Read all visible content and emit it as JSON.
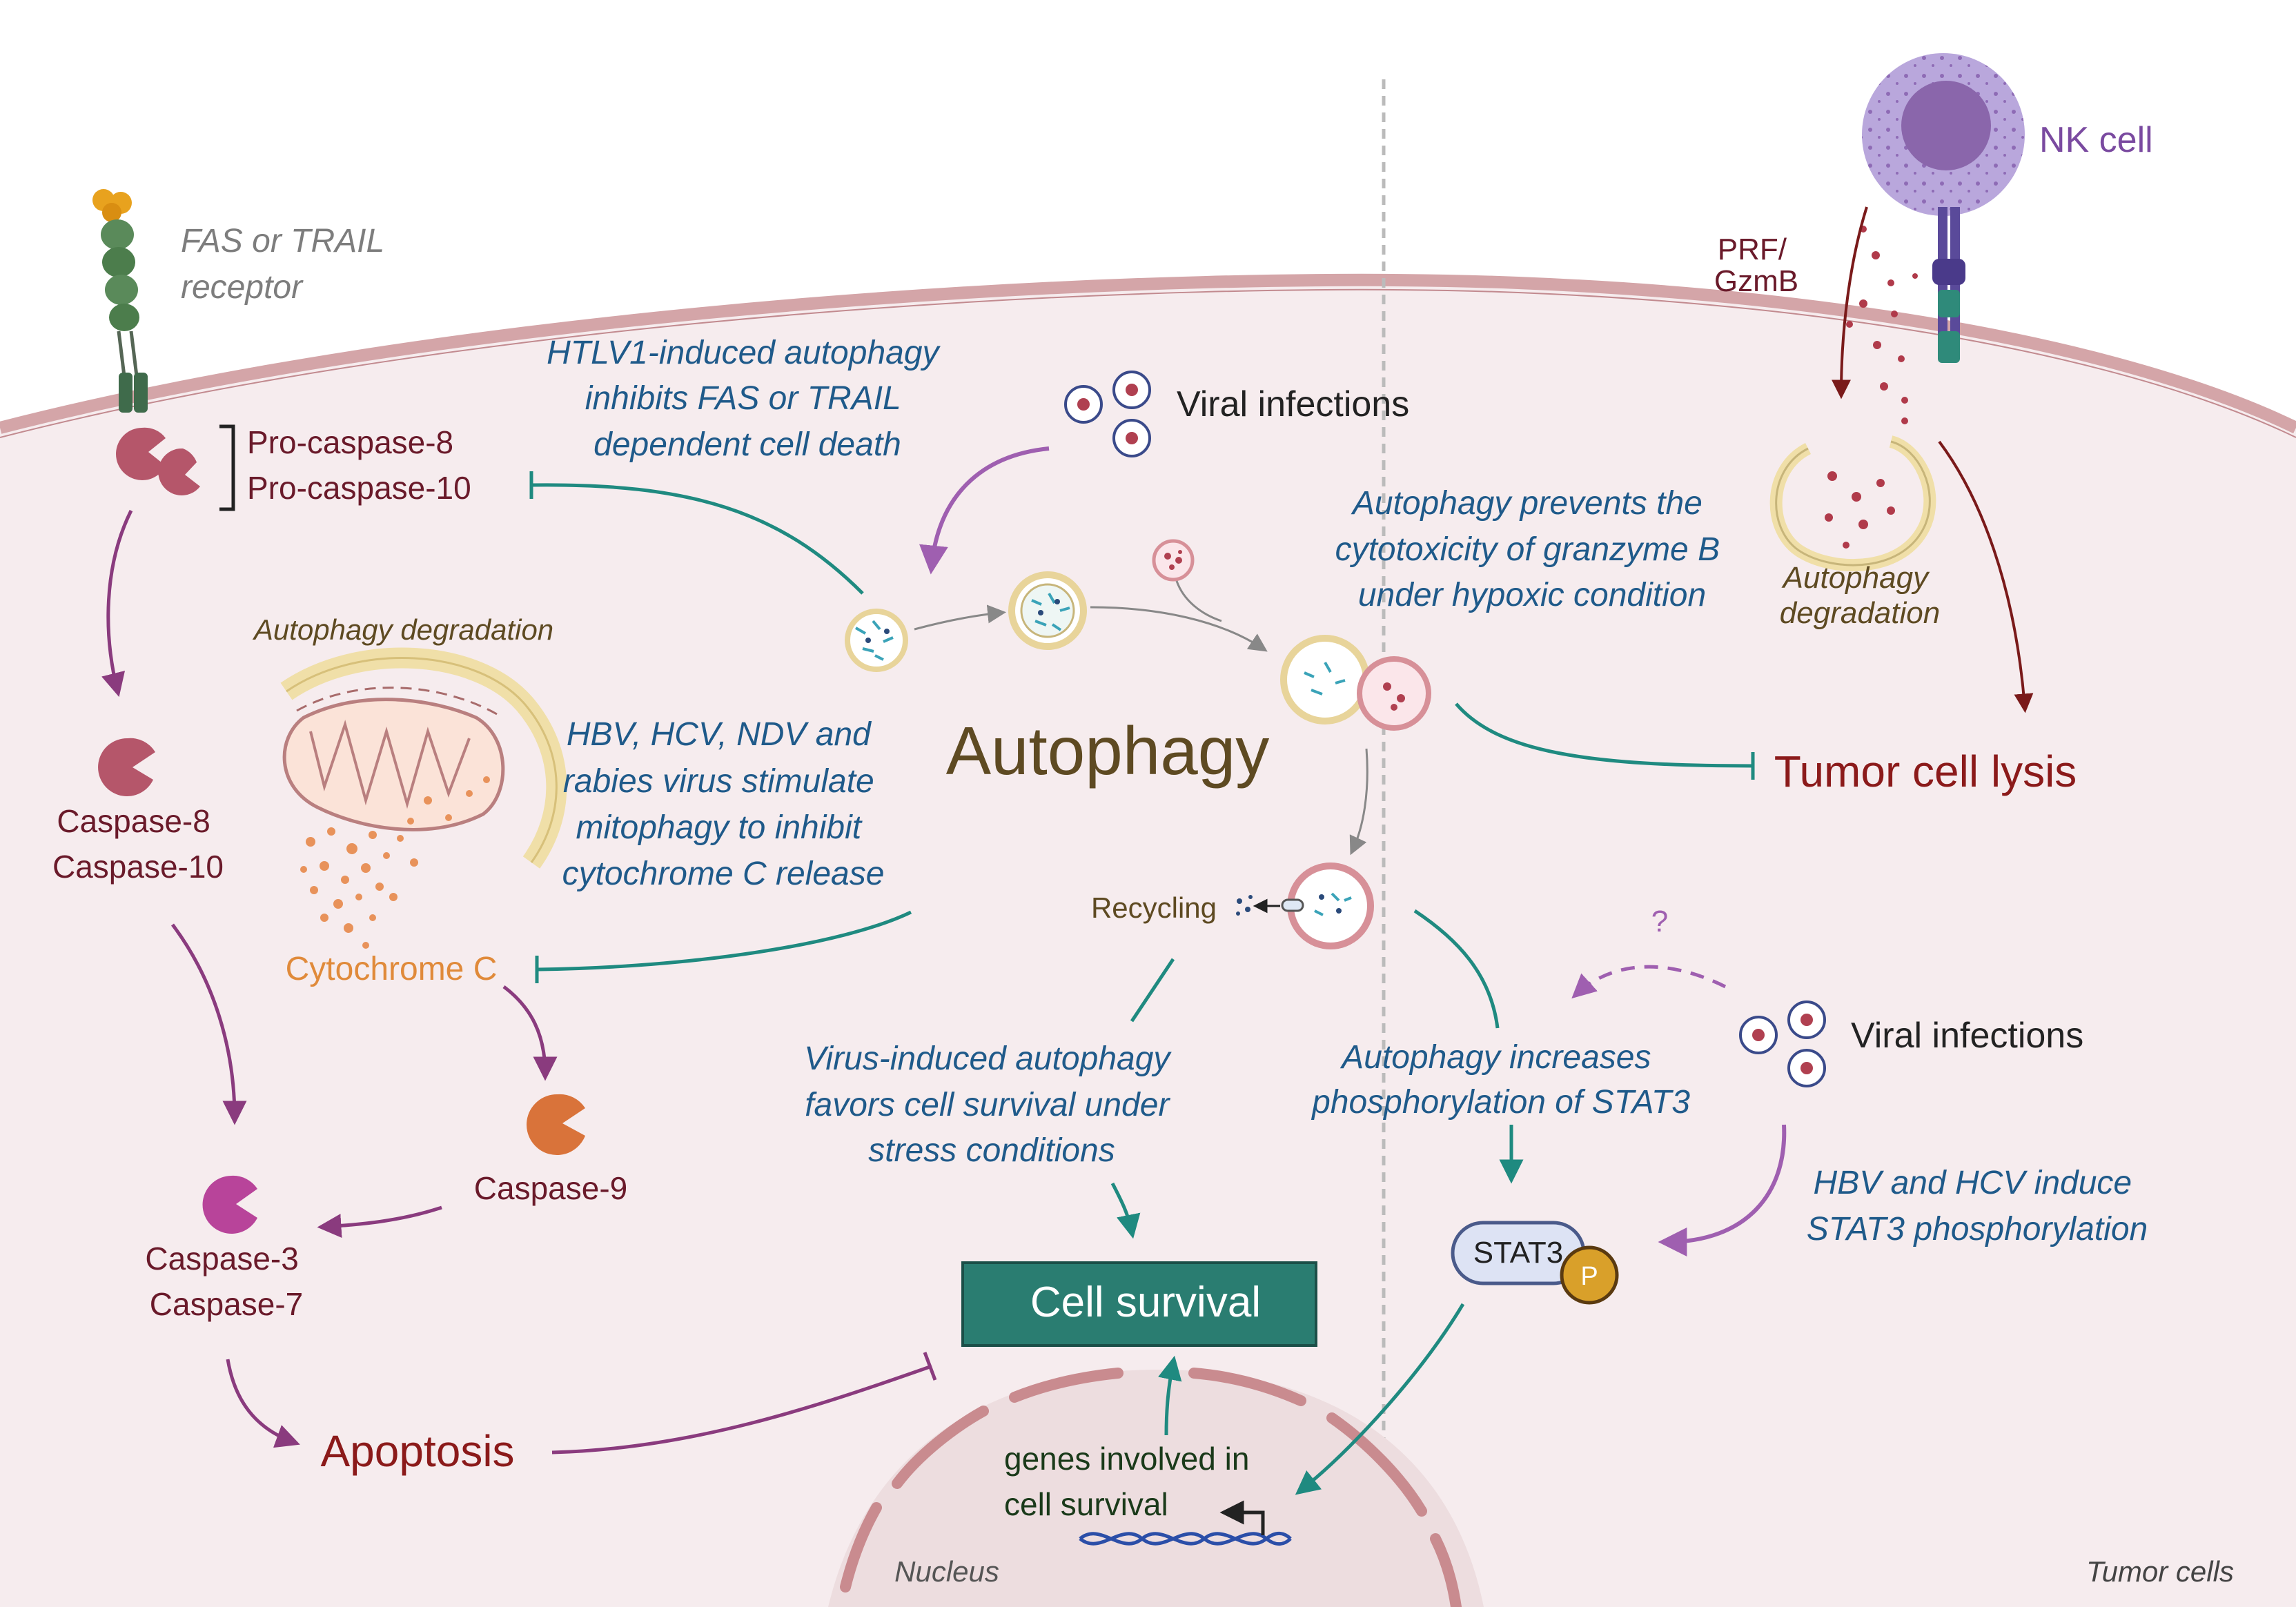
{
  "receptor": {
    "label_line1": "FAS  or  TRAIL",
    "label_line2": "receptor"
  },
  "procaspase": {
    "line1": "Pro-caspase-8",
    "line2": "Pro-caspase-10"
  },
  "caspase_8_10": {
    "line1": "Caspase-8",
    "line2": "Caspase-10"
  },
  "caspase_3_7": {
    "line1": "Caspase-3",
    "line2": "Caspase-7"
  },
  "caspase_9": "Caspase-9",
  "apoptosis": "Apoptosis",
  "cytochrome_c": "Cytochrome C",
  "autophagy_degradation_mito": "Autophagy degradation",
  "htlv1_note": {
    "line1": "HTLV1-induced autophagy",
    "line2": "inhibits FAS or TRAIL",
    "line3": "dependent cell death"
  },
  "mitophagy_note": {
    "line1": "HBV, HCV, NDV and",
    "line2": "rabies virus stimulate",
    "line3": "mitophagy to inhibit",
    "line4": "cytochrome C release"
  },
  "viral_infections_top": "Viral infections",
  "viral_infections_right": "Viral infections",
  "autophagy_title": "Autophagy",
  "recycling": "Recycling",
  "virus_survival_note": {
    "line1": "Virus-induced autophagy",
    "line2": "favors cell survival under",
    "line3": "stress conditions"
  },
  "cell_survival": "Cell survival",
  "genes_note": {
    "line1": "genes  involved in",
    "line2": "cell survival"
  },
  "nucleus": "Nucleus",
  "granzyme_note": {
    "line1": "Autophagy prevents the",
    "line2": "cytotoxicity of granzyme B",
    "line3": "under hypoxic condition"
  },
  "tumor_cell_lysis": "Tumor cell lysis",
  "nk_cell": "NK cell",
  "prf_gzmb": {
    "line1": "PRF/",
    "line2": "GzmB"
  },
  "autophagy_degradation_nk": {
    "line1": "Autophagy",
    "line2": "degradation"
  },
  "question_mark": "?",
  "stat3_phos_note": {
    "line1": "Autophagy increases",
    "line2": "phosphorylation of STAT3"
  },
  "stat3": "STAT3",
  "phospho": "P",
  "hbv_hcv_stat3_note": {
    "line1": "HBV and HCV induce",
    "line2": "STAT3 phosphorylation"
  },
  "tumor_cells": "Tumor cells",
  "colors": {
    "cytoplasm": "#f6ecee",
    "membrane": "#d4a5a8",
    "note_blue": "#1f5a8a",
    "teal": "#1f8a80",
    "purple_arrow": "#8a3b7e",
    "dark_red": "#8b1a1a",
    "cell_survival_box": "#2a7d71",
    "caspase_red": "#b5566a",
    "caspase_orange": "#d9733a",
    "caspase_magenta": "#b8449a",
    "nk_purple": "#9b88c4",
    "stat3_box": "#dde3f4",
    "phospho": "#d9a02a",
    "autophagy_text": "#5e4a22",
    "cytochrome_orange": "#e08a3a"
  }
}
